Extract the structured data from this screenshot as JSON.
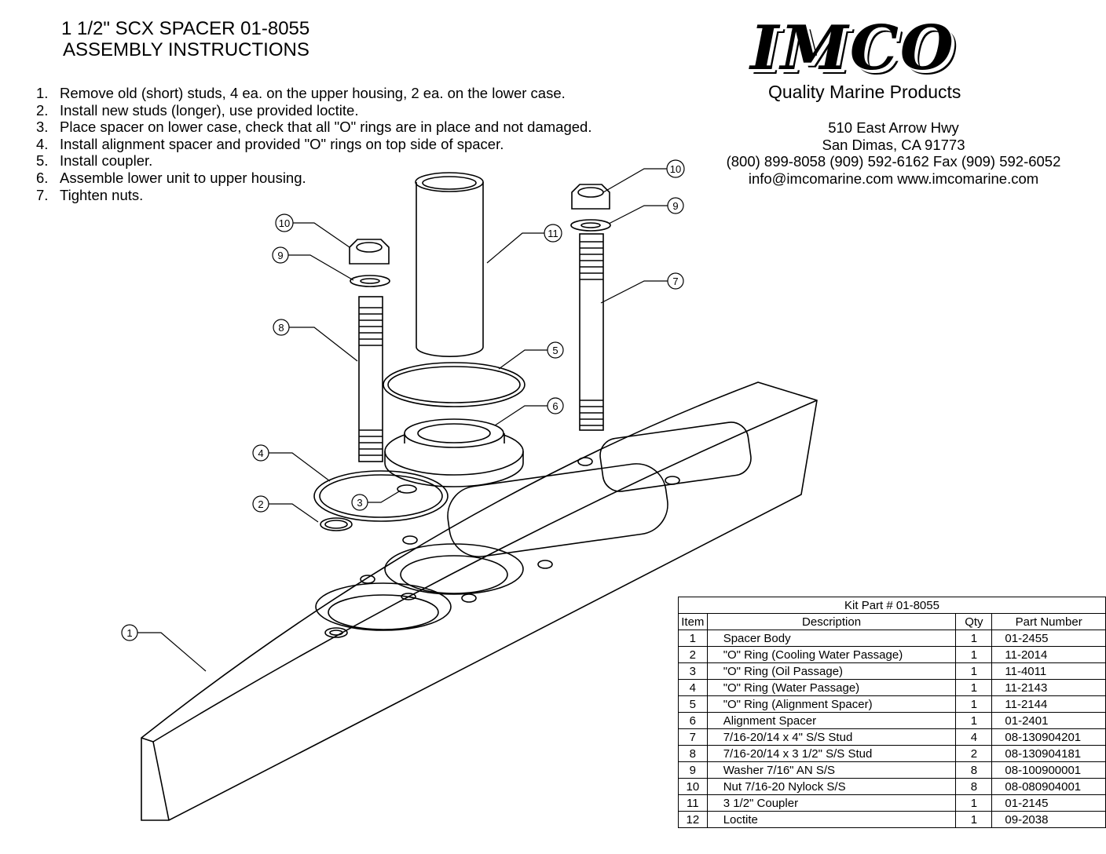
{
  "header": {
    "title_line1": "1 1/2\" SCX SPACER 01-8055",
    "title_line2": "ASSEMBLY INSTRUCTIONS"
  },
  "steps": [
    {
      "n": "1.",
      "text": "Remove old (short) studs, 4 ea. on the upper housing, 2 ea. on the lower case."
    },
    {
      "n": "2.",
      "text": "Install new studs (longer), use provided loctite."
    },
    {
      "n": "3.",
      "text": "Place spacer on lower case, check that all \"O\" rings are in place and not damaged."
    },
    {
      "n": "4.",
      "text": "Install alignment spacer and provided \"O\" rings on top side of spacer."
    },
    {
      "n": "5.",
      "text": "Install coupler."
    },
    {
      "n": "6.",
      "text": "Assemble lower unit to upper housing."
    },
    {
      "n": "7.",
      "text": "Tighten nuts."
    }
  ],
  "company": {
    "logo": "IMCO",
    "tagline": "Quality Marine Products",
    "address1": "510 East Arrow Hwy",
    "address2": "San Dimas, CA 91773",
    "phones": "(800) 899-8058 (909) 592-6162  Fax (909) 592-6052",
    "web": "info@imcomarine.com  www.imcomarine.com"
  },
  "callouts": {
    "c1": "1",
    "c2": "2",
    "c3": "3",
    "c4": "4",
    "c5": "5",
    "c6": "6",
    "c7": "7",
    "c8": "8",
    "c9a": "9",
    "c9b": "9",
    "c10a": "10",
    "c10b": "10",
    "c11": "11"
  },
  "parts_table": {
    "title": "Kit Part # 01-8055",
    "headers": [
      "Item",
      "Description",
      "Qty",
      "Part Number"
    ],
    "rows": [
      [
        "1",
        "Spacer Body",
        "1",
        "01-2455"
      ],
      [
        "2",
        "\"O\" Ring (Cooling Water Passage)",
        "1",
        "11-2014"
      ],
      [
        "3",
        "\"O\" Ring (Oil Passage)",
        "1",
        "11-4011"
      ],
      [
        "4",
        "\"O\" Ring (Water Passage)",
        "1",
        "11-2143"
      ],
      [
        "5",
        "\"O\" Ring (Alignment Spacer)",
        "1",
        "11-2144"
      ],
      [
        "6",
        "Alignment Spacer",
        "1",
        "01-2401"
      ],
      [
        "7",
        "7/16-20/14 x 4\" S/S Stud",
        "4",
        "08-130904201"
      ],
      [
        "8",
        "7/16-20/14 x 3 1/2\" S/S Stud",
        "2",
        "08-130904181"
      ],
      [
        "9",
        "Washer 7/16\" AN S/S",
        "8",
        "08-100900001"
      ],
      [
        "10",
        "Nut 7/16-20 Nylock S/S",
        "8",
        "08-080904001"
      ],
      [
        "11",
        "3 1/2\" Coupler",
        "1",
        "01-2145"
      ],
      [
        "12",
        "Loctite",
        "1",
        "09-2038"
      ]
    ]
  }
}
